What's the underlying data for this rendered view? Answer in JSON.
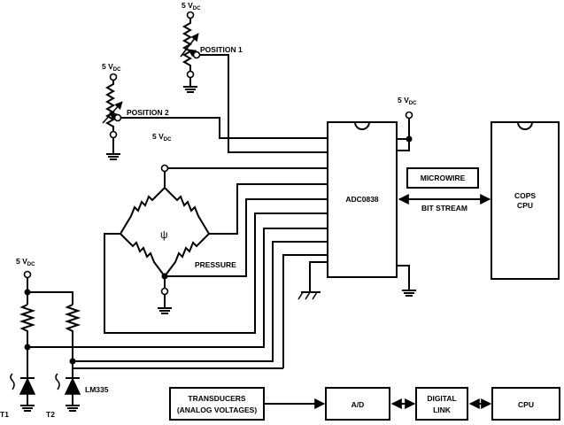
{
  "supply": {
    "v": "5 V",
    "sub": "DC"
  },
  "labels": {
    "position1": "POSITION 1",
    "position2": "POSITION 2",
    "pressure": "PRESSURE",
    "adc": "ADC0838",
    "cops_line1": "COPS",
    "cops_line2": "CPU",
    "microwire": "MICROWIRE",
    "bit_stream": "BIT STREAM",
    "lm335": "LM335",
    "t1": "T1",
    "t2": "T2",
    "psi": "ψ"
  },
  "block_diagram": {
    "transducers_line1": "TRANSDUCERS",
    "transducers_line2": "(ANALOG VOLTAGES)",
    "ad": "A/D",
    "digital_line1": "DIGITAL",
    "digital_line2": "LINK",
    "cpu": "CPU"
  }
}
